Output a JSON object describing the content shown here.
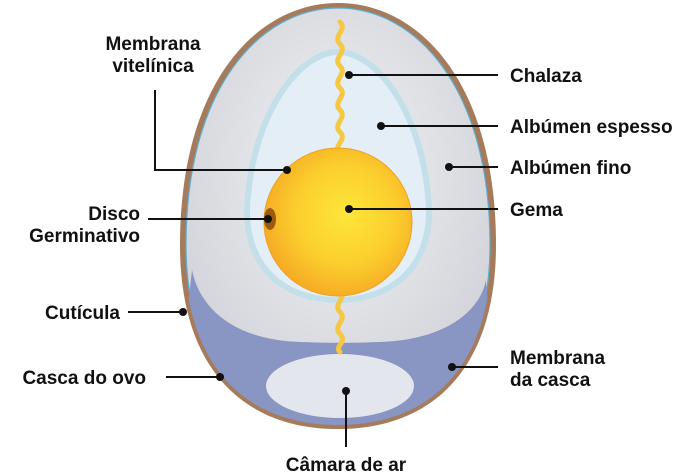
{
  "labels": {
    "membrana_vitelinica": [
      "Membrana",
      "vitelínica"
    ],
    "chalaza": "Chalaza",
    "albumen_espesso": "Albúmen espesso",
    "albumen_fino": "Albúmen fino",
    "disco_germinativo": [
      "Disco",
      "Germinativo"
    ],
    "gema": "Gema",
    "cuticula": "Cutícula",
    "casca_do_ovo": "Casca do ovo",
    "membrana_da_casca": [
      "Membrana",
      "da casca"
    ],
    "camara_de_ar": "Câmara de ar"
  },
  "colors": {
    "shell": "#a67b5b",
    "shell_membrane": "#5aaed0",
    "albumen_thin": "#d9dadf",
    "albumen_thick": "#e3eef6",
    "albumen_thick_edge": "#c3dfe9",
    "air_cell_region": "#8995c3",
    "air_cell": "#e4e6ee",
    "yolk_center": "#fde63a",
    "yolk_edge": "#f5a623",
    "chalaza": "#f5c842",
    "germinal_disc": "#9b5a14"
  }
}
